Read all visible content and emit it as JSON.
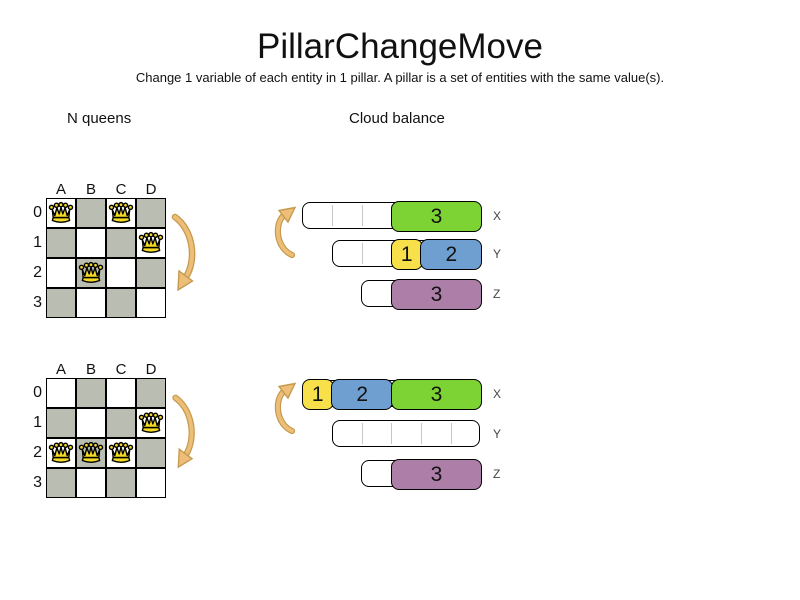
{
  "title": "PillarChangeMove",
  "subtitle": "Change 1 variable of each entity in 1 pillar. A pillar is a set of entities with the same value(s).",
  "colors": {
    "board_dark": "#b9bdb2",
    "queen_fill": "#f4da25",
    "arrow_fill": "#ecbe78",
    "arrow_outline": "#c69a4e",
    "green": "#7cd333",
    "yellow": "#f7e049",
    "blue": "#6f9fd0",
    "purple": "#ad7fa8"
  },
  "nqueens": {
    "label": "N queens",
    "columns": [
      "A",
      "B",
      "C",
      "D"
    ],
    "rows": [
      "0",
      "1",
      "2",
      "3"
    ],
    "boards": [
      {
        "name": "before",
        "queens": [
          [
            0,
            0
          ],
          [
            0,
            2
          ],
          [
            1,
            3
          ],
          [
            2,
            1
          ]
        ]
      },
      {
        "name": "after",
        "queens": [
          [
            1,
            3
          ],
          [
            2,
            0
          ],
          [
            2,
            1
          ],
          [
            2,
            2
          ]
        ]
      }
    ]
  },
  "cloud": {
    "label": "Cloud balance",
    "states": [
      {
        "name": "before",
        "bars": [
          {
            "label": "X",
            "cells": 6,
            "blocks": [
              {
                "text": "3",
                "color": "green",
                "start": 3,
                "span": 3
              }
            ]
          },
          {
            "label": "Y",
            "cells": 5,
            "blocks": [
              {
                "text": "1",
                "color": "yellow",
                "start": 2,
                "span": 1
              },
              {
                "text": "2",
                "color": "blue",
                "start": 3,
                "span": 2
              }
            ]
          },
          {
            "label": "Z",
            "cells": 4,
            "blocks": [
              {
                "text": "3",
                "color": "purple",
                "start": 1,
                "span": 3
              }
            ]
          }
        ]
      },
      {
        "name": "after",
        "bars": [
          {
            "label": "X",
            "cells": 6,
            "blocks": [
              {
                "text": "1",
                "color": "yellow",
                "start": 0,
                "span": 1
              },
              {
                "text": "2",
                "color": "blue",
                "start": 1,
                "span": 2
              },
              {
                "text": "3",
                "color": "green",
                "start": 3,
                "span": 3
              }
            ]
          },
          {
            "label": "Y",
            "cells": 5,
            "blocks": []
          },
          {
            "label": "Z",
            "cells": 4,
            "blocks": [
              {
                "text": "3",
                "color": "purple",
                "start": 1,
                "span": 3
              }
            ]
          }
        ]
      }
    ]
  }
}
